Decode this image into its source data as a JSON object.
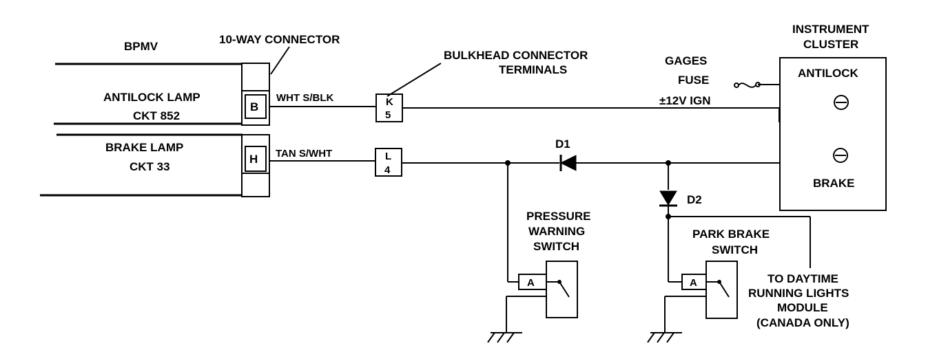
{
  "labels": {
    "bpmv": "BPMV",
    "ten_way_connector": "10-WAY CONNECTOR",
    "antilock_lamp": "ANTILOCK LAMP",
    "ckt_852": "CKT 852",
    "brake_lamp": "BRAKE LAMP",
    "ckt_33": "CKT 33",
    "pin_b": "B",
    "pin_h": "H",
    "wire_wht": "WHT S/BLK",
    "wire_tan": "TAN S/WHT",
    "bulkhead_line1": "BULKHEAD CONNECTOR",
    "bulkhead_line2": "TERMINALS",
    "terminal_k": "K",
    "terminal_5": "5",
    "terminal_l": "L",
    "terminal_4": "4",
    "gages": "GAGES",
    "fuse": "FUSE",
    "ign": "±12V IGN",
    "instrument_line1": "INSTRUMENT",
    "instrument_line2": "CLUSTER",
    "antilock": "ANTILOCK",
    "brake": "BRAKE",
    "d1": "D1",
    "d2": "D2",
    "pressure_line1": "PRESSURE",
    "pressure_line2": "WARNING",
    "pressure_line3": "SWITCH",
    "park_line1": "PARK BRAKE",
    "park_line2": "SWITCH",
    "pin_a": "A",
    "drl_line1": "TO DAYTIME",
    "drl_line2": "RUNNING LIGHTS",
    "drl_line3": "MODULE",
    "drl_line4": "(CANADA ONLY)"
  }
}
